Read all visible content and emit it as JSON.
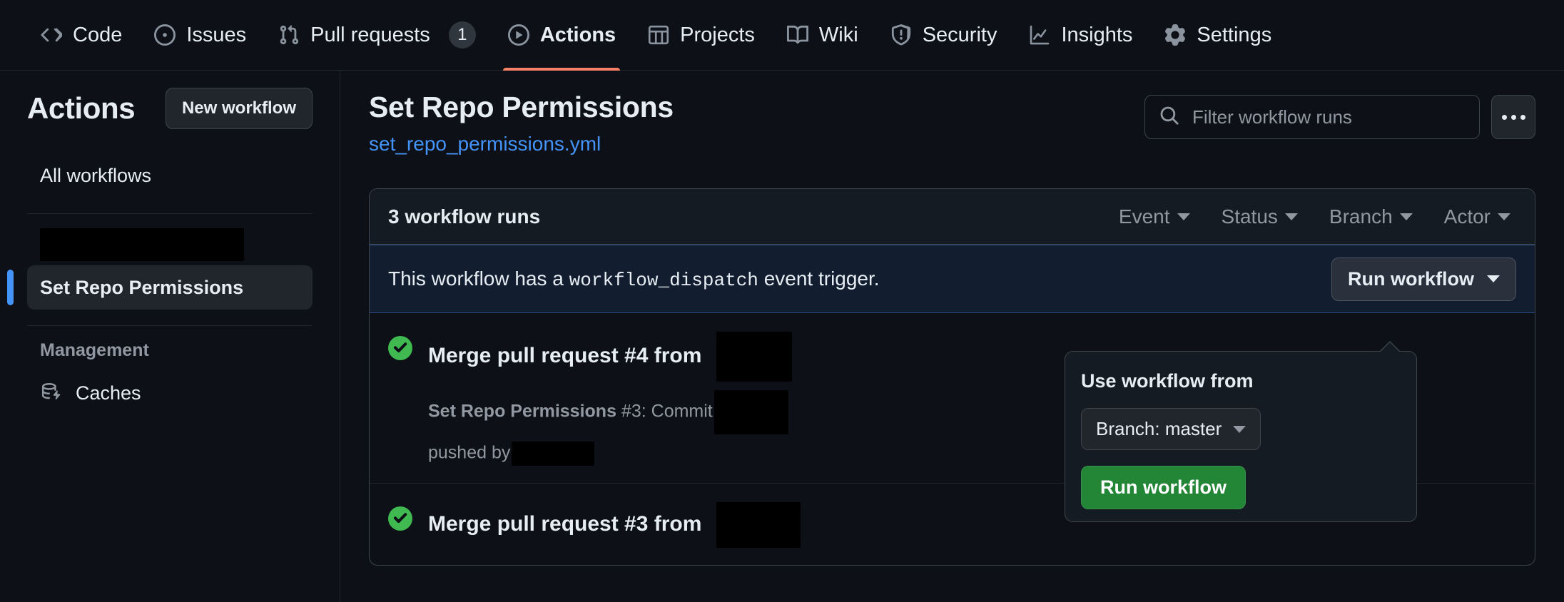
{
  "repo_nav": {
    "items": [
      {
        "label": "Code",
        "icon": "code-icon",
        "active": false,
        "badge": null
      },
      {
        "label": "Issues",
        "icon": "issue-opened-icon",
        "active": false,
        "badge": null
      },
      {
        "label": "Pull requests",
        "icon": "git-pull-request-icon",
        "active": false,
        "badge": "1"
      },
      {
        "label": "Actions",
        "icon": "play-circle-icon",
        "active": true,
        "badge": null
      },
      {
        "label": "Projects",
        "icon": "table-icon",
        "active": false,
        "badge": null
      },
      {
        "label": "Wiki",
        "icon": "book-icon",
        "active": false,
        "badge": null
      },
      {
        "label": "Security",
        "icon": "shield-icon",
        "active": false,
        "badge": null
      },
      {
        "label": "Insights",
        "icon": "graph-icon",
        "active": false,
        "badge": null
      },
      {
        "label": "Settings",
        "icon": "gear-icon",
        "active": false,
        "badge": null
      }
    ],
    "active_underline_color": "#f78166"
  },
  "sidebar": {
    "title": "Actions",
    "new_workflow_label": "New workflow",
    "all_workflows_label": "All workflows",
    "redacted_item": {
      "label": "",
      "redacted": true
    },
    "selected_workflow": "Set Repo Permissions",
    "selected_accent_color": "#4493f8",
    "management_label": "Management",
    "caches_label": "Caches"
  },
  "main": {
    "title": "Set Repo Permissions",
    "workflow_file": "set_repo_permissions.yml",
    "workflow_file_color": "#4493f8",
    "search": {
      "placeholder": "Filter workflow runs",
      "value": ""
    },
    "kebab_label": "..."
  },
  "runs_panel": {
    "count_label": "3 workflow runs",
    "filters": [
      {
        "label": "Event"
      },
      {
        "label": "Status"
      },
      {
        "label": "Branch"
      },
      {
        "label": "Actor"
      }
    ],
    "dispatch_banner": {
      "text_before": "This workflow has a",
      "code": "workflow_dispatch",
      "text_after": "event trigger.",
      "run_button_label": "Run workflow",
      "background": "#121d2f",
      "border": "#2b4d81"
    },
    "runs": [
      {
        "status": "success",
        "status_color": "#3fb950",
        "title": "Merge pull request #4 from",
        "title_redacted": true,
        "meta_workflow": "Set Repo Permissions",
        "meta_run_number": "#3",
        "meta_trigger": ": Commit",
        "meta_redacted": true,
        "pushed_by_label": "pushed by",
        "pushed_by_redacted": true
      },
      {
        "status": "success",
        "status_color": "#3fb950",
        "title": "Merge pull request #3 from",
        "title_redacted": true,
        "meta_workflow": "",
        "meta_run_number": "",
        "meta_trigger": "",
        "meta_redacted": false,
        "pushed_by_label": "",
        "pushed_by_redacted": false
      }
    ]
  },
  "popover": {
    "title": "Use workflow from",
    "branch_label": "Branch: master",
    "run_button_label": "Run workflow",
    "run_button_color": "#238636"
  }
}
